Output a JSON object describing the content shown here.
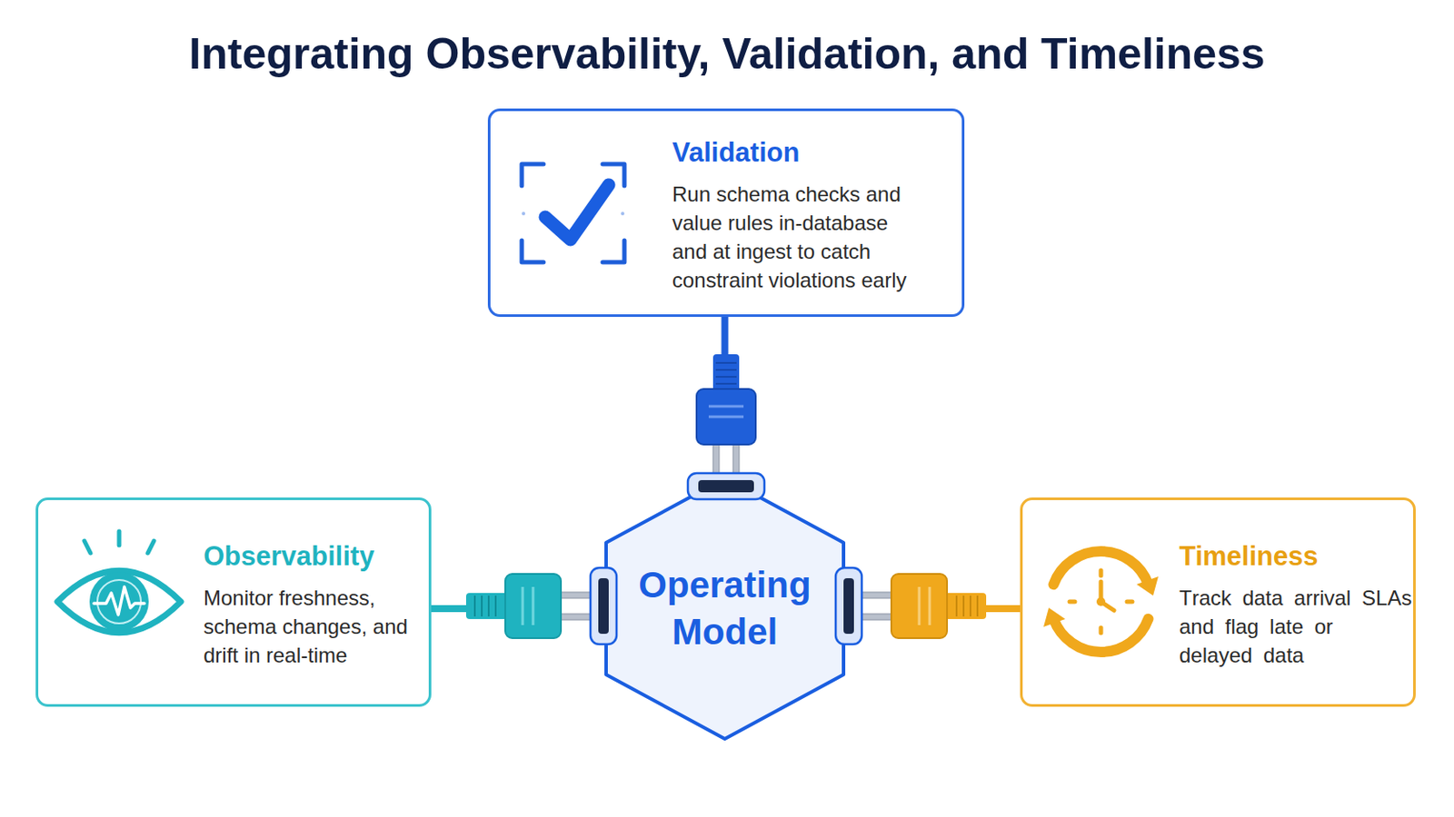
{
  "diagram": {
    "title": "Integrating Observability, Validation, and Timeliness",
    "nodes": [
      {
        "text": [
          "Validation",
          "Run schema checks and value rules in-database and at ingest to catch constraint violations early"
        ]
      },
      {
        "text": [
          "Observability",
          "Monitor freshness, schema changes, and drift in real-time"
        ]
      },
      {
        "text": [
          "Operating Model"
        ]
      },
      {
        "text": [
          "Timeliness",
          "Track data arrival SLAs and flag late or delayed data"
        ]
      }
    ],
    "edges": [
      {
        "from": 0,
        "to": 2,
        "arrow": "none"
      },
      {
        "from": 1,
        "to": 2,
        "arrow": "none"
      },
      {
        "from": 3,
        "to": 2,
        "arrow": "none"
      }
    ]
  }
}
